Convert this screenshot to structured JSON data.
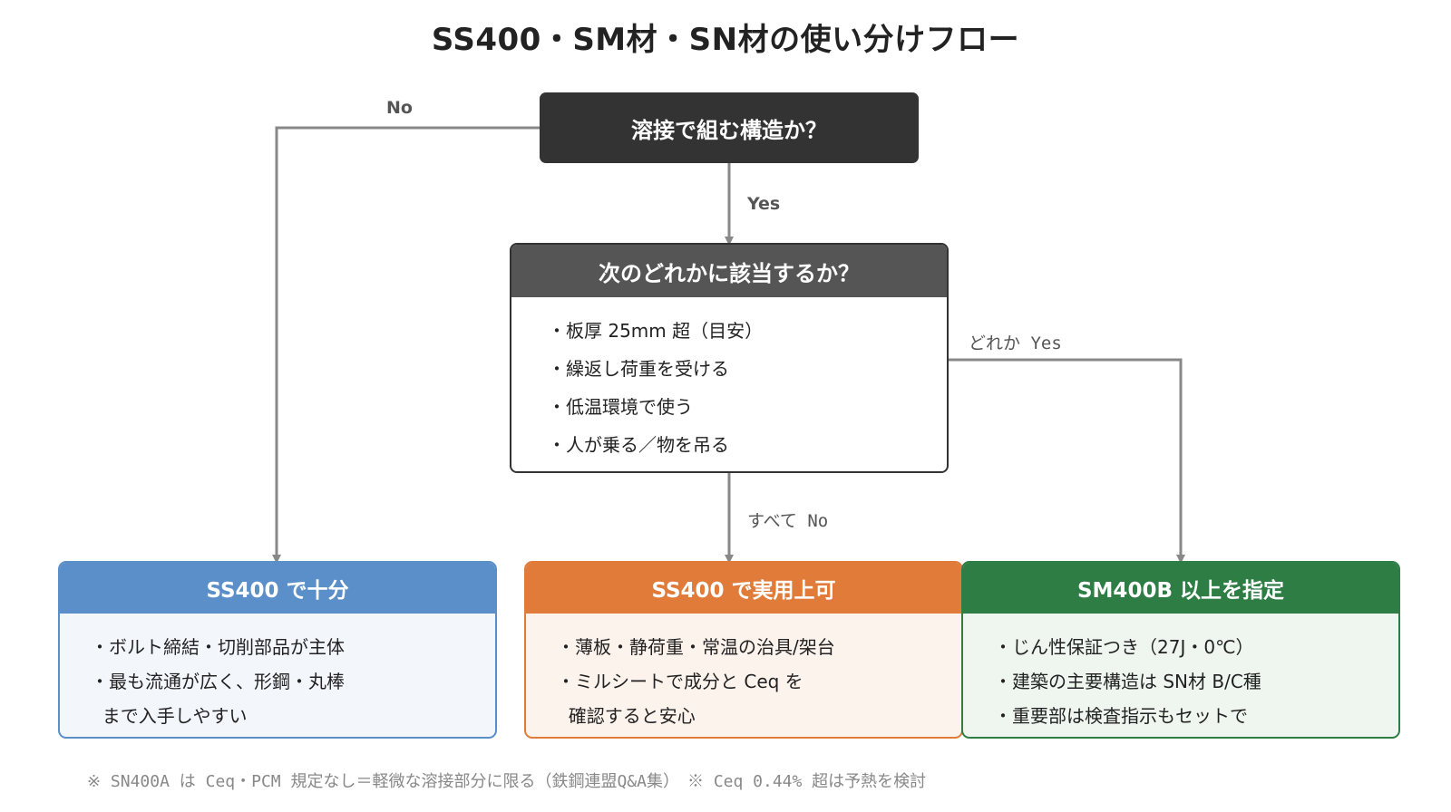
{
  "title": "SS400・SM材・SN材の使い分けフロー",
  "question1": {
    "text": "溶接で組む構造か？"
  },
  "question2": {
    "header": "次のどれかに該当するか？",
    "items": [
      "・板厚 25mm 超（目安）",
      "・繰返し荷重を受ける",
      "・低温環境で使う",
      "・人が乗る／物を吊る"
    ]
  },
  "edges": {
    "q1_no": "No",
    "q1_yes": "Yes",
    "q2_any_yes": "どれか Yes",
    "q2_all_no": "すべて No"
  },
  "outcomes": [
    {
      "header": "SS400 で十分",
      "color": "#5b8fc9",
      "items": [
        "・ボルト締結・切削部品が主体",
        "・最も流通が広く、形鋼・丸棒",
        "  まで入手しやすい"
      ]
    },
    {
      "header": "SS400 で実用上可",
      "color": "#e07b39",
      "items": [
        "・薄板・静荷重・常温の治具/架台",
        "・ミルシートで成分と Ceq を",
        "  確認すると安心"
      ]
    },
    {
      "header": "SM400B 以上を指定",
      "color": "#2e7d45",
      "items": [
        "・じん性保証つき（27J・0℃）",
        "・建築の主要構造は SN材 B/C種",
        "・重要部は検査指示もセットで"
      ]
    }
  ],
  "footnote": "※ SN400A は Ceq・PCM 規定なし＝軽微な溶接部分に限る（鉄鋼連盟Q&A集）　※ Ceq 0.44% 超は予熱を検討",
  "colors": {
    "line": "#888888",
    "dark": "#333333",
    "header_gray": "#555555"
  }
}
